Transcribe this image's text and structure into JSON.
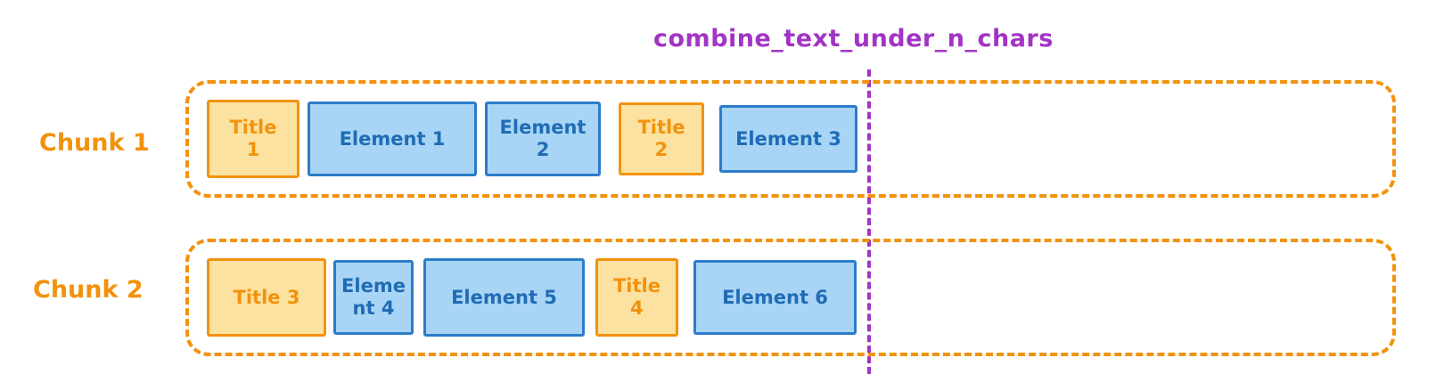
{
  "title": {
    "text": "combine_text_under_n_chars"
  },
  "colors": {
    "title_purple": "#a234c4",
    "divider_purple": "#a234c4",
    "chunk_orange": "#f2920c",
    "title_box_fill": "#fce2a0",
    "title_box_border": "#f2920c",
    "title_box_text": "#f2920c",
    "element_box_fill": "#a8d4f5",
    "element_box_border": "#2b7cc8",
    "element_box_text": "#1f6cb5",
    "background": "#ffffff"
  },
  "divider": {
    "name": "combine-threshold-line",
    "style": "dashed-vertical"
  },
  "chunks": [
    {
      "label": "Chunk 1",
      "items": [
        {
          "text": "Title\n1",
          "type": "title",
          "width": 104,
          "height": 88,
          "gap_after": 9
        },
        {
          "text": "Element 1",
          "type": "element",
          "width": 190,
          "height": 84,
          "gap_after": 9
        },
        {
          "text": "Element\n2",
          "type": "element",
          "width": 130,
          "height": 84,
          "gap_after": 20
        },
        {
          "text": "Title\n2",
          "type": "title",
          "width": 96,
          "height": 82,
          "gap_after": 17
        },
        {
          "text": "Element 3",
          "type": "element",
          "width": 155,
          "height": 76,
          "gap_after": 0
        }
      ]
    },
    {
      "label": "Chunk 2",
      "items": [
        {
          "text": "Title 3",
          "type": "title",
          "width": 134,
          "height": 88,
          "gap_after": 8
        },
        {
          "text": "Eleme\nnt 4",
          "type": "element",
          "width": 90,
          "height": 84,
          "gap_after": 11
        },
        {
          "text": "Element 5",
          "type": "element",
          "width": 181,
          "height": 88,
          "gap_after": 12
        },
        {
          "text": "Title\n4",
          "type": "title",
          "width": 93,
          "height": 88,
          "gap_after": 17
        },
        {
          "text": "Element 6",
          "type": "element",
          "width": 183,
          "height": 84,
          "gap_after": 0
        }
      ]
    }
  ]
}
